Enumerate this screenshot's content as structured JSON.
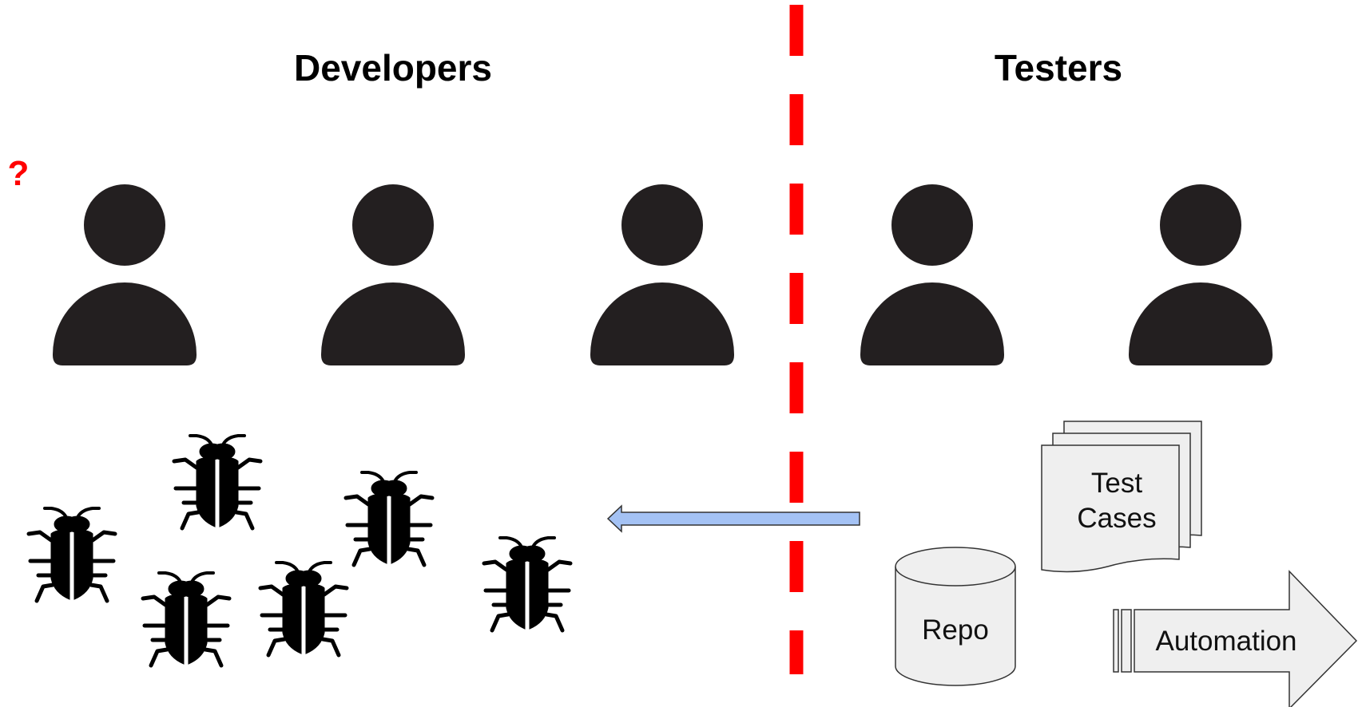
{
  "headings": {
    "developers": "Developers",
    "testers": "Testers"
  },
  "question_mark": "?",
  "labels": {
    "test_cases_line1": "Test",
    "test_cases_line2": "Cases",
    "repo": "Repo",
    "automation": "Automation"
  },
  "people": {
    "developers_count": 3,
    "testers_count": 2
  },
  "bugs_count": 6,
  "icons": {
    "person": "person-icon",
    "bug": "bug-icon",
    "documents": "stacked-documents-shape",
    "database": "cylinder-database-shape",
    "arrow": "left-arrow",
    "automation": "striped-right-arrow"
  },
  "colors": {
    "divider": "#ff0000",
    "question_mark": "#ff0000",
    "person": "#231f20",
    "bug": "#000000",
    "arrow_fill": "#a4c2f4",
    "shape_fill": "#efefef",
    "shape_stroke": "#333333"
  }
}
